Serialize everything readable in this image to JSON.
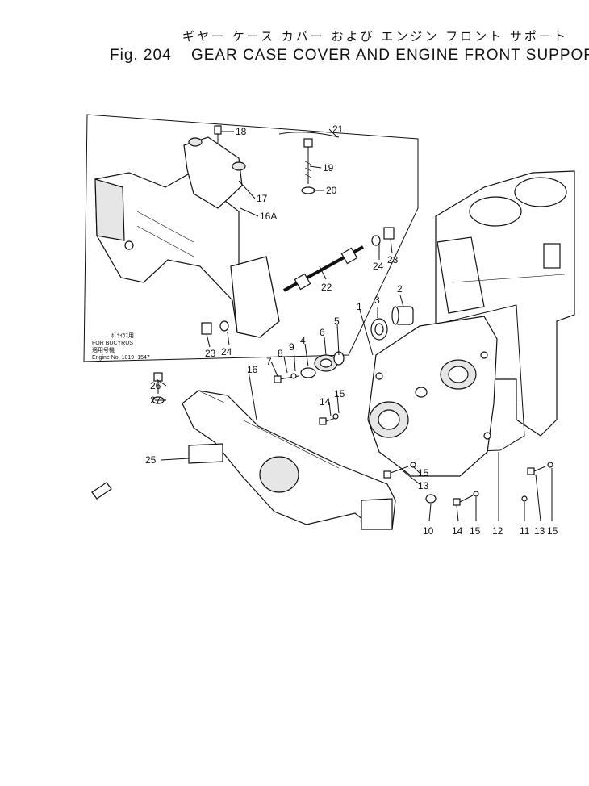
{
  "figure": {
    "title_japanese": "ギヤー ケース カバー および エンジン フロント サポート",
    "number": "Fig. 204",
    "title": "GEAR CASE COVER AND ENGINE FRONT SUPPORT"
  },
  "inset_note": {
    "line1": "ﾎﾞｻｲﾗｽ用",
    "line2": "FOR BUCYRUS",
    "line3": "適用号機",
    "line4": "Engine No. 1019~1547"
  },
  "callouts": {
    "c1": "1",
    "c2": "2",
    "c3": "3",
    "c4": "4",
    "c5": "5",
    "c6": "6",
    "c7": "7",
    "c8": "8",
    "c9": "9",
    "c10": "10",
    "c11": "11",
    "c12": "12",
    "c13a": "13",
    "c13b": "13",
    "c14a": "14",
    "c14b": "14",
    "c15a": "15",
    "c15b": "15",
    "c15c": "15",
    "c15d": "15",
    "c16": "16",
    "c16a": "16A",
    "c17": "17",
    "c18": "18",
    "c19": "19",
    "c20": "20",
    "c21": "21",
    "c22": "22",
    "c23a": "23",
    "c23b": "23",
    "c24a": "24",
    "c24b": "24",
    "c25": "25",
    "c26": "26",
    "c27": "27"
  }
}
